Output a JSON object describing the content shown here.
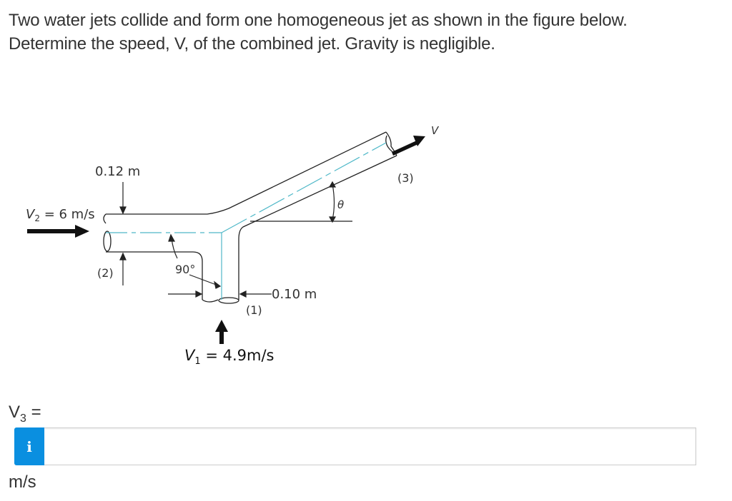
{
  "question": {
    "line1": "Two water jets collide and form one homogeneous jet as shown in the figure below.",
    "line2": "Determine the speed, V, of the combined jet. Gravity is negligible."
  },
  "figure": {
    "label_d2": "0.12 m",
    "label_v2": "V",
    "label_v2_sub": "2",
    "label_v2_val": " = 6 m/s",
    "label_section2": "(2)",
    "label_angle90": "90°",
    "label_d1": "0.10 m",
    "label_section1": "(1)",
    "label_v1": "V",
    "label_v1_sub": "1",
    "label_v1_val": " = 4.9m/s",
    "label_theta": "θ",
    "label_section3": "(3)",
    "label_v": "V",
    "colors": {
      "centerline": "#4FB8C8",
      "outline": "#222222"
    }
  },
  "answer": {
    "label_var": "V",
    "label_sub": "3",
    "label_eq": " =",
    "info_icon": "i",
    "input_value": "",
    "input_placeholder": "",
    "unit": "m/s",
    "accent_color": "#0A8FE0"
  }
}
